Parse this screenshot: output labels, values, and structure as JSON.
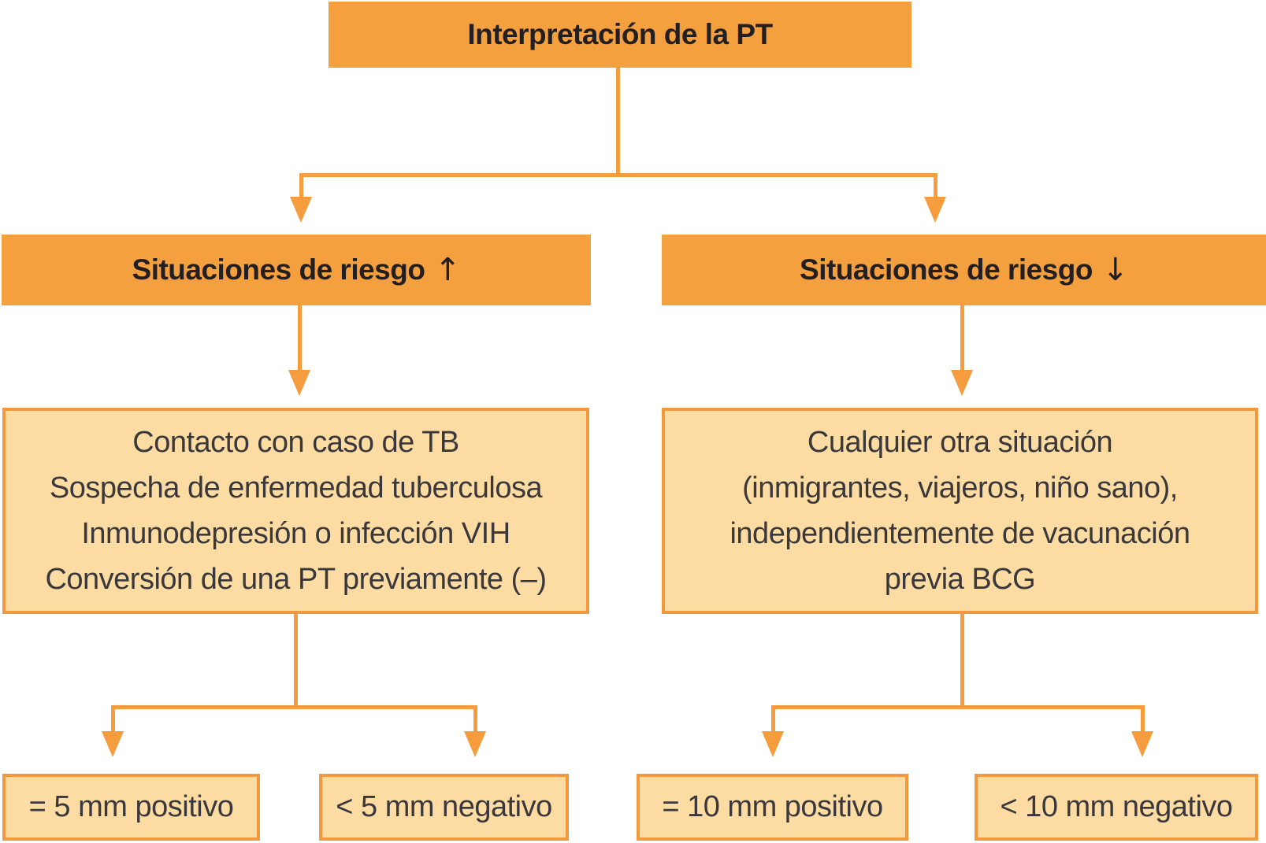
{
  "palette": {
    "solid_orange": "#F5A03F",
    "light_fill": "#FCDCA3",
    "line_orange": "#F49C3E",
    "border_orange": "#F2993E",
    "header_text": "#231F20",
    "body_text": "#3A383B"
  },
  "root": {
    "label": "Interpretación de la PT"
  },
  "branches": [
    {
      "side": "left",
      "header": "Situaciones de riesgo",
      "header_arrow": "↑",
      "criteria_lines": [
        "Contacto con caso de TB",
        "Sospecha de enfermedad tuberculosa",
        "Inmunodepresión o infección VIH",
        "Conversión de una PT previamente (–)"
      ],
      "outcomes": [
        "= 5 mm positivo",
        "< 5 mm negativo"
      ]
    },
    {
      "side": "right",
      "header": "Situaciones de riesgo",
      "header_arrow": "↓",
      "criteria_lines": [
        "Cualquier otra situación",
        "(inmigrantes, viajeros, niño sano),",
        "independientemente de vacunación",
        "previa BCG"
      ],
      "outcomes": [
        "= 10 mm positivo",
        "< 10 mm negativo"
      ]
    }
  ]
}
